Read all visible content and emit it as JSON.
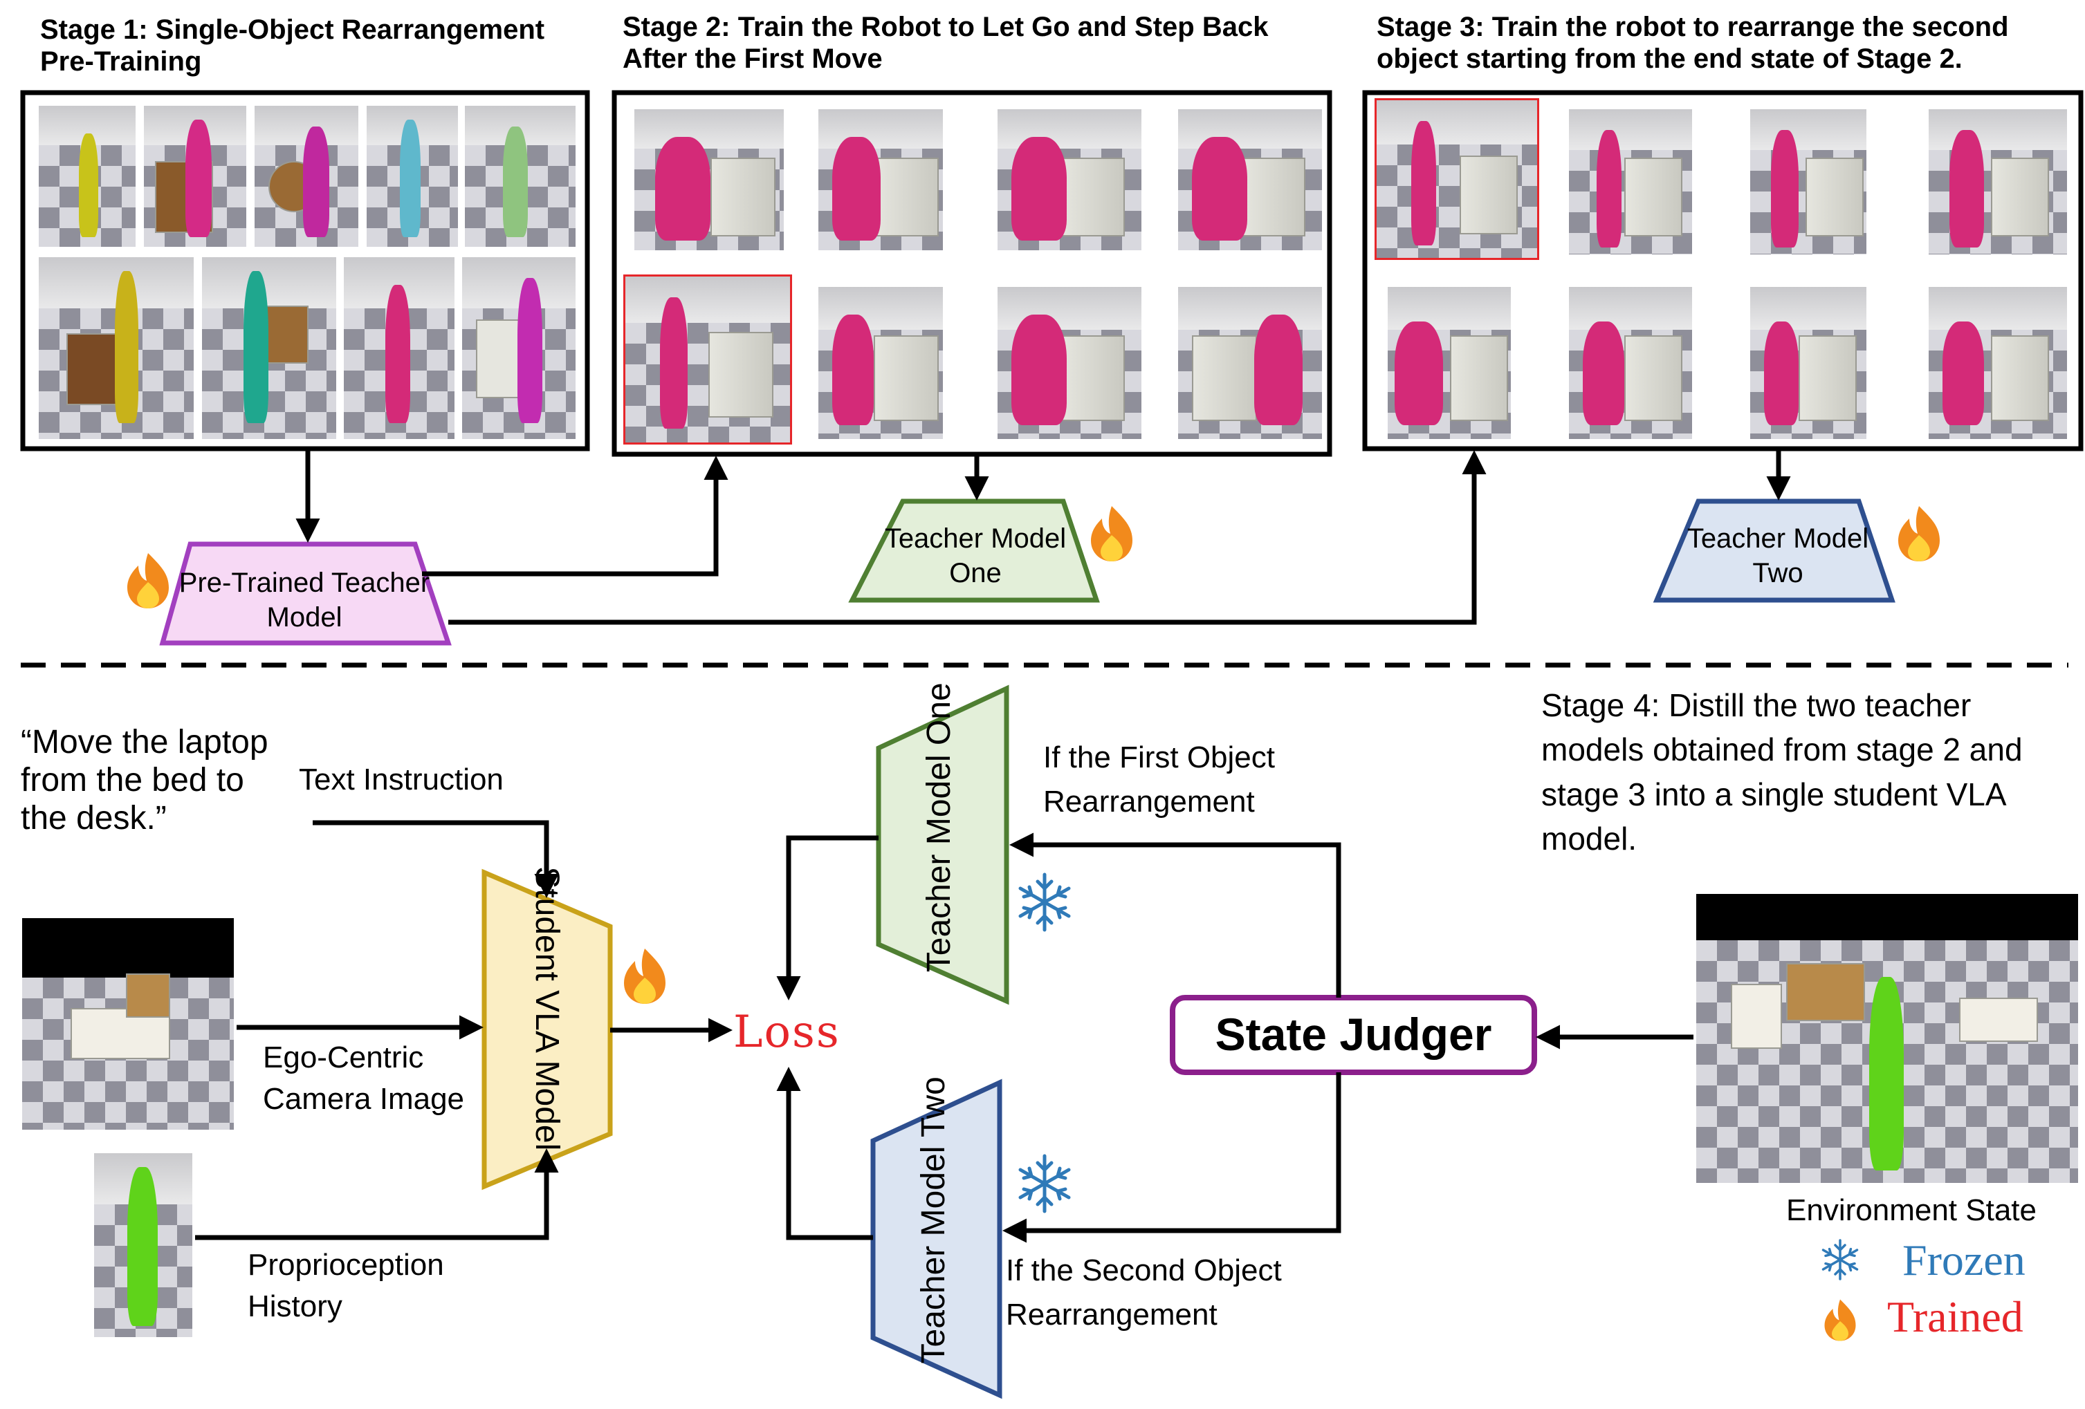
{
  "stages": {
    "stage1_title": "Stage 1: Single-Object Rearrangement Pre-Training",
    "stage2_title": "Stage 2: Train the Robot to Let Go and Step Back After the First Move",
    "stage3_title": "Stage 3: Train the robot to rearrange the second object starting from the end state of Stage 2.",
    "stage4_title": "Stage 4: Distill the two teacher models obtained from stage 2 and stage 3 into a single student VLA model."
  },
  "models": {
    "pretrained_teacher": "Pre-Trained Teacher Model",
    "teacher_one": "Teacher Model One",
    "teacher_two": "Teacher Model Two",
    "student": "Student VLA Model",
    "state_judger": "State Judger",
    "loss": "Loss"
  },
  "inputs": {
    "instruction_quote": "“Move the laptop from the bed to the desk.”",
    "text_instruction": "Text Instruction",
    "ego_camera": "Ego-Centric Camera Image",
    "proprioception": "Proprioception History",
    "environment_state": "Environment State"
  },
  "branches": {
    "first_object": "If the First Object Rearrangement",
    "second_object": "If the Second Object Rearrangement"
  },
  "legend": {
    "frozen": "Frozen",
    "trained": "Trained",
    "frozen_icon": "snowflake-icon",
    "trained_icon": "flame-icon"
  },
  "colors": {
    "pretrained_teacher_border": "#a23fbf",
    "pretrained_teacher_fill": "#f7d9f5",
    "teacher_one_border": "#4f7f32",
    "teacher_one_fill": "#e3efd9",
    "teacher_two_border": "#2e4f8f",
    "teacher_two_fill": "#dbe4f2",
    "student_border": "#c9a21a",
    "student_fill": "#fbeec4",
    "state_judger_border": "#8b1f8b",
    "loss_color": "#e6262a",
    "frozen_color": "#2f7ab8",
    "trained_color": "#e6262a"
  }
}
